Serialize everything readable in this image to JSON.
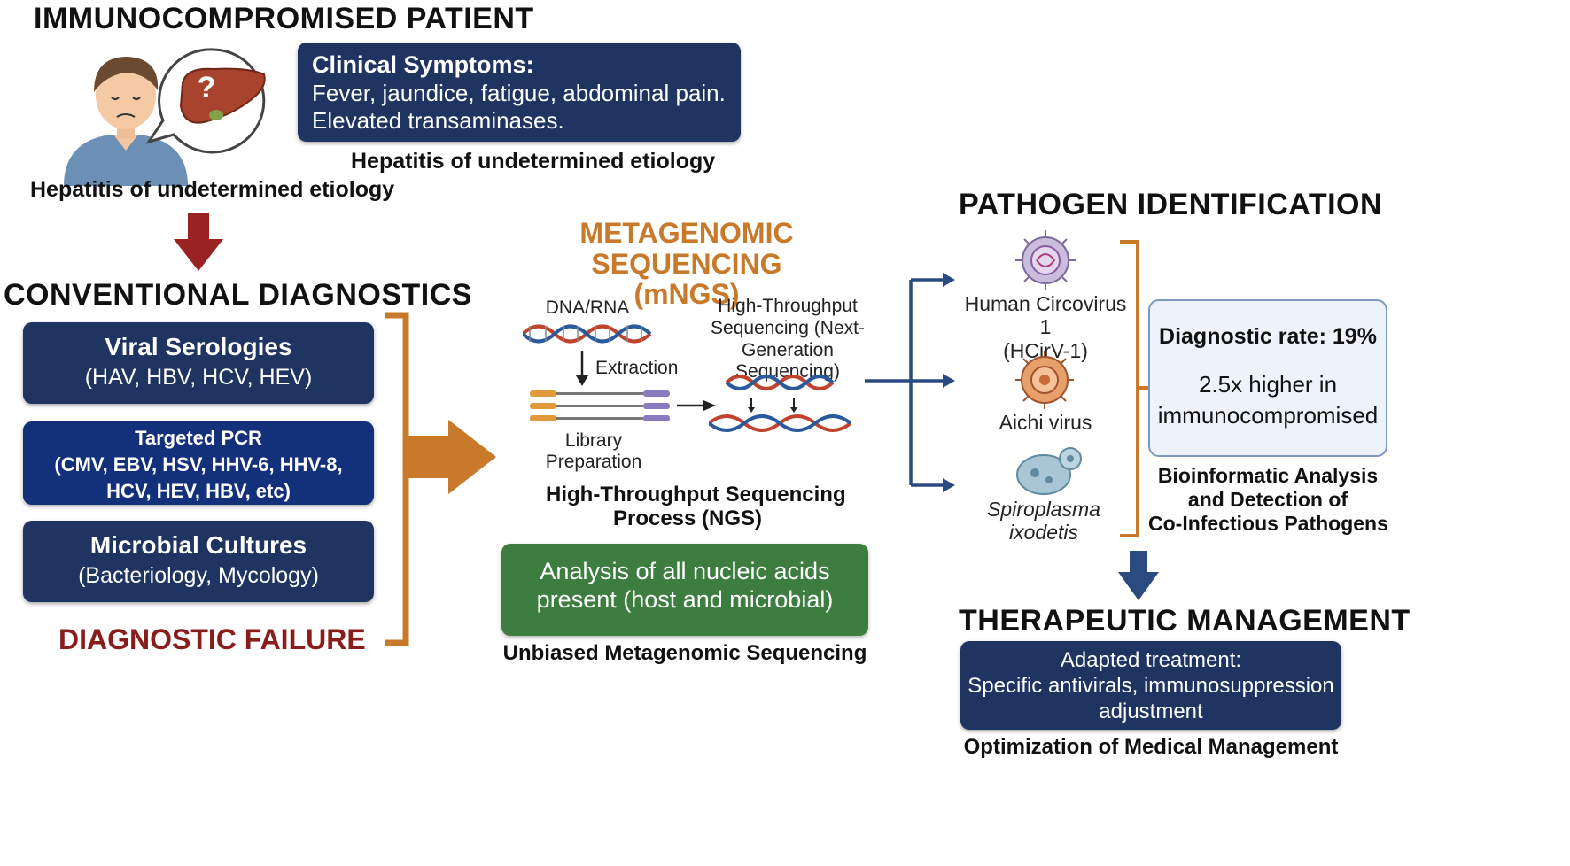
{
  "patient": {
    "title": "IMMUNOCOMPROMISED PATIENT",
    "liver_mark": "?",
    "caption": "Hepatitis of undetermined etiology",
    "symptoms_heading": "Clinical Symptoms:",
    "symptoms_line1": "Fever, jaundice, fatigue, abdominal pain.",
    "symptoms_line2": "Elevated transaminases.",
    "symptoms_caption": "Hepatitis of undetermined etiology"
  },
  "conventional": {
    "title": "CONVENTIONAL DIAGNOSTICS",
    "boxes": [
      {
        "heading": "Viral Serologies",
        "detail": "(HAV, HBV, HCV, HEV)"
      },
      {
        "heading": "Targeted PCR",
        "detail1": "(CMV, EBV, HSV, HHV-6, HHV-8,",
        "detail2": "HCV, HEV, HBV, etc)"
      },
      {
        "heading": "Microbial Cultures",
        "detail": "(Bacteriology, Mycology)"
      }
    ],
    "failure": "DIAGNOSTIC FAILURE"
  },
  "mngs": {
    "title_line1": "METAGENOMIC SEQUENCING",
    "title_line2": "(mNGS)",
    "dna_label": "DNA/RNA",
    "extraction_label": "Extraction",
    "library_label_line1": "Library",
    "library_label_line2": "Preparation",
    "hts_label_line1": "High-Throughput",
    "hts_label_line2": "Sequencing (Next-",
    "hts_label_line3": "Generation Sequencing)",
    "process_caption_line1": "High-Throughput Sequencing",
    "process_caption_line2": "Process (NGS)",
    "analysis_line1": "Analysis of all nucleic acids",
    "analysis_line2": "present (host and microbial)",
    "unbiased_caption": "Unbiased Metagenomic Sequencing"
  },
  "pathogens": {
    "title": "PATHOGEN IDENTIFICATION",
    "items": [
      {
        "name_line1": "Human Circovirus 1",
        "name_line2": "(HCirV-1)"
      },
      {
        "name_line1": "Aichi virus"
      },
      {
        "name_line1": "Spiroplasma",
        "name_line2": "ixodetis"
      }
    ],
    "rate_line1": "Diagnostic rate: 19%",
    "rate_line2": "2.5x higher in",
    "rate_line3": "immunocompromised",
    "bioinf_line1": "Bioinformatic Analysis",
    "bioinf_line2": "and Detection of",
    "bioinf_line3": "Co-Infectious Pathogens"
  },
  "therapy": {
    "title": "THERAPEUTIC MANAGEMENT",
    "line1": "Adapted treatment:",
    "line2": "Specific antivirals, immunosuppression",
    "line3": "adjustment",
    "caption": "Optimization of Medical Management"
  },
  "colors": {
    "navy": "#1f3461",
    "dark_red": "#8b1c1c",
    "orange": "#c87a2a",
    "green": "#3e7d40",
    "blue_arrow": "#2b4a7f",
    "rate_box": "#eef3fb"
  },
  "icons": [
    "patient-icon",
    "liver-icon",
    "down-arrow-icon",
    "bracket-icon",
    "right-arrow-icon",
    "dna-helix-icon",
    "library-tubes-icon",
    "circovirus-icon",
    "aichi-virus-icon",
    "spiroplasma-icon"
  ]
}
